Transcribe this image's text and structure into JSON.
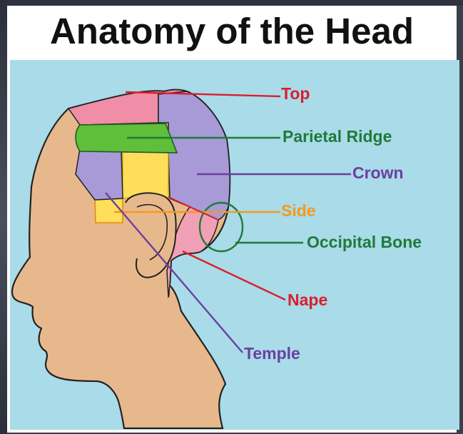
{
  "title": "Anatomy of the Head",
  "labels": {
    "top": "Top",
    "parietal_ridge": "Parietal Ridge",
    "crown": "Crown",
    "side": "Side",
    "occipital_bone": "Occipital Bone",
    "nape": "Nape",
    "temple": "Temple"
  },
  "colors": {
    "skin": "#e8b88d",
    "top": "#ef8ea6",
    "parietal_ridge": "#5fbf3a",
    "crown": "#a79ad6",
    "side": "#ffde5a",
    "nape": "#f2a0b6",
    "line_red": "#d8202c",
    "line_green": "#1f7a3a",
    "line_purple": "#6a3fa3",
    "line_orange": "#f39a1e",
    "background": "#a9dbe8"
  }
}
